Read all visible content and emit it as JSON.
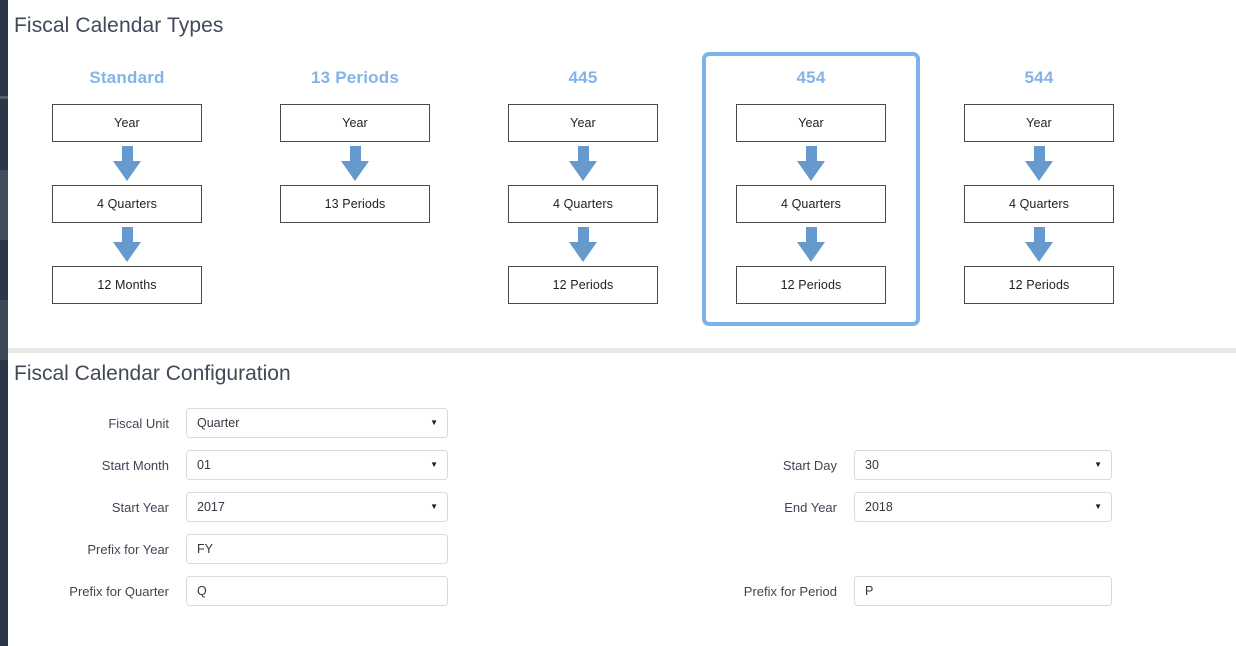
{
  "types_section": {
    "title": "Fiscal Calendar Types",
    "cards": [
      {
        "title": "Standard",
        "selected": false,
        "boxes": [
          "Year",
          "4 Quarters",
          "12 Months"
        ]
      },
      {
        "title": "13 Periods",
        "selected": false,
        "boxes": [
          "Year",
          "13 Periods"
        ]
      },
      {
        "title": "445",
        "selected": false,
        "boxes": [
          "Year",
          "4 Quarters",
          "12 Periods"
        ]
      },
      {
        "title": "454",
        "selected": true,
        "boxes": [
          "Year",
          "4 Quarters",
          "12 Periods"
        ]
      },
      {
        "title": "544",
        "selected": false,
        "boxes": [
          "Year",
          "4 Quarters",
          "12 Periods"
        ]
      }
    ]
  },
  "config_section": {
    "title": "Fiscal Calendar Configuration",
    "left_fields": [
      {
        "label": "Fiscal Unit",
        "value": "Quarter",
        "type": "select"
      },
      {
        "label": "Start Month",
        "value": "01",
        "type": "select"
      },
      {
        "label": "Start Year",
        "value": "2017",
        "type": "select"
      },
      {
        "label": "Prefix for Year",
        "value": "FY",
        "type": "text"
      },
      {
        "label": "Prefix for Quarter",
        "value": "Q",
        "type": "text"
      }
    ],
    "right_fields": [
      {
        "label": "Start Day",
        "value": "30",
        "type": "select",
        "row": 1
      },
      {
        "label": "End Year",
        "value": "2018",
        "type": "select",
        "row": 2
      },
      {
        "label": "Prefix for Period",
        "value": "P",
        "type": "text",
        "row": 4
      }
    ]
  },
  "colors": {
    "accent_blue": "#82b4e8",
    "selected_border": "#7db3ec",
    "arrow_blue": "#6699cc",
    "sidebar": "#2b3648",
    "heading": "#40485a",
    "divider": "#e9e9e9"
  },
  "icons": {
    "dropdown": "chevron-down-icon",
    "flow_arrow": "down-arrow-icon"
  }
}
